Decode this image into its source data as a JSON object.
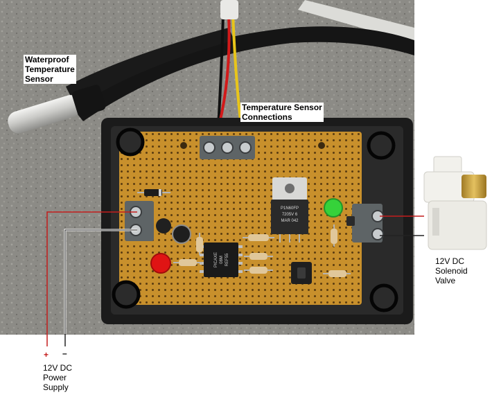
{
  "labels": {
    "sensor": [
      "Waterproof",
      "Temperature",
      "Sensor"
    ],
    "connections": [
      "Temperature Sensor",
      "Connections"
    ],
    "valve": [
      "12V DC",
      "Solenoid",
      "Valve"
    ],
    "power": [
      "12V DC",
      "Power",
      "Supply"
    ],
    "plus": "+",
    "minus": "–"
  },
  "chips": {
    "regulator": [
      "P1N60FP",
      "7205V 6",
      "MAR 042"
    ],
    "ic": [
      "PICAXE",
      "08M",
      "REF55"
    ]
  },
  "colors": {
    "background": "#ffffff",
    "gravel": "#8c8b86",
    "enclosure": "#1b1b1b",
    "pcb": "#c8902c",
    "wire_red": "#d21a1a",
    "wire_yellow": "#e8c51a",
    "wire_black": "#101010",
    "led_red": "#e01414",
    "led_green": "#36d23a",
    "terminal_gray": "#5e6466",
    "valve_white": "#f2f1ec",
    "brass": "#c9a13a"
  }
}
